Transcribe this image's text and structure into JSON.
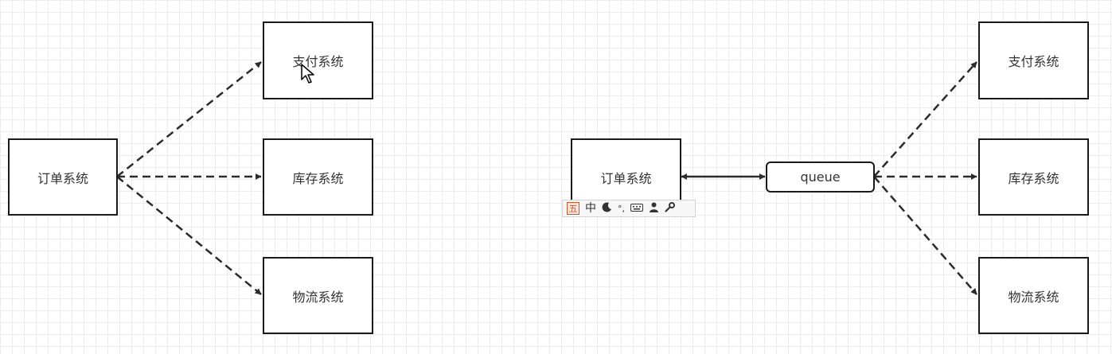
{
  "left": {
    "source": "订单系统",
    "targets": [
      "支付系统",
      "库存系统",
      "物流系统"
    ]
  },
  "right": {
    "source": "订单系统",
    "queue": "queue",
    "targets": [
      "支付系统",
      "库存系统",
      "物流系统"
    ]
  },
  "ime_toolbar": {
    "logo": "五",
    "mode": "中",
    "items": [
      "moon-icon",
      "punctuation-icon",
      "keyboard-icon",
      "user-icon",
      "wrench-icon"
    ]
  },
  "colors": {
    "line": "#2b2b2b",
    "border": "#1a1a1a",
    "grid": "#ececec"
  }
}
